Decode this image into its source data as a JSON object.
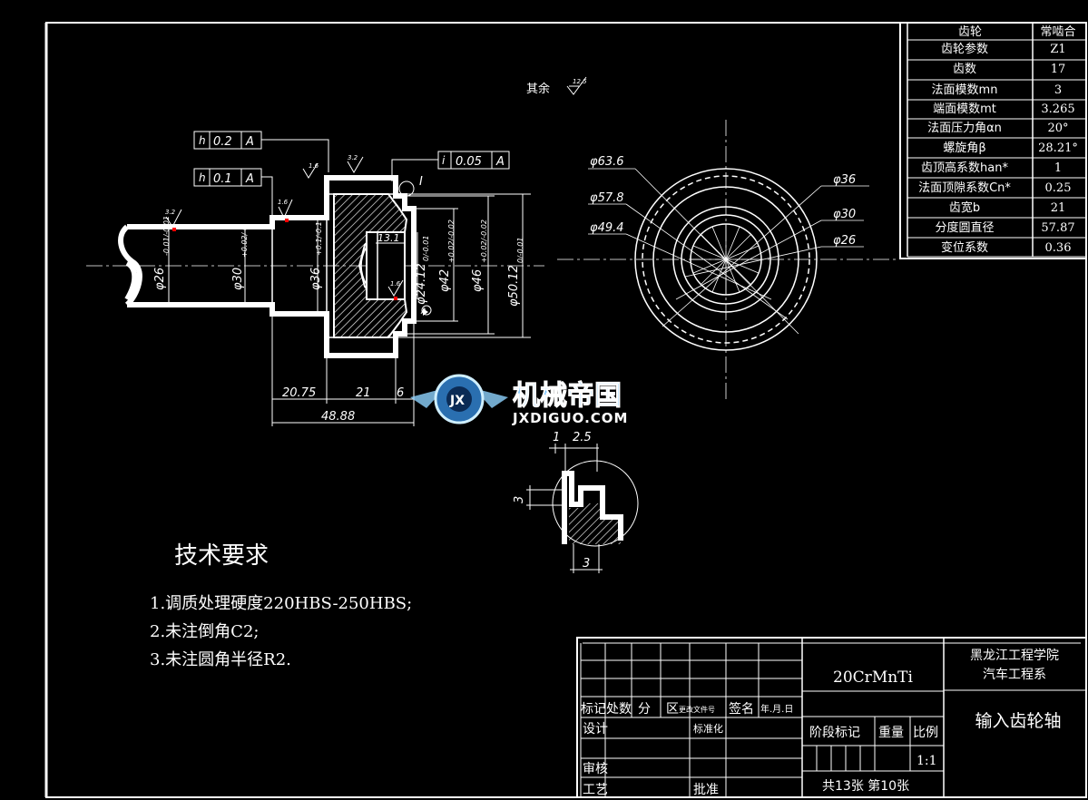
{
  "drawing": {
    "roughness_other_label": "其余",
    "roughness_other_value": "12.5",
    "tolerances": {
      "runout_1": {
        "symbol": "h",
        "value": "0.2",
        "datum": "A"
      },
      "runout_2": {
        "symbol": "h",
        "value": "0.1",
        "datum": "A"
      },
      "runout_3": {
        "symbol": "i",
        "value": "0.05",
        "datum": "A"
      }
    },
    "roughness_marks": [
      "3.2",
      "1.6",
      "1.6",
      "3.2",
      "1.6"
    ],
    "detail_marker": "I",
    "datum_marker": "A",
    "diameters_side": [
      {
        "text": "φ26",
        "tol": "-0.01/-0.01"
      },
      {
        "text": "φ30",
        "tol": "+0.02/-0"
      },
      {
        "text": "φ36",
        "tol": "+0.1/-0.1"
      },
      {
        "text": "φ24.12",
        "tol": "0/-0.01"
      },
      {
        "text": "φ42",
        "tol": "+0.02/-0.02"
      },
      {
        "text": "φ46",
        "tol": "+0.02/-0.02"
      },
      {
        "text": "φ50.12",
        "tol": "0/-0.01"
      }
    ],
    "spline_len": "13.1",
    "lengths": {
      "l1": "20.75",
      "l2": "21",
      "l3": "6",
      "total": "48.88"
    },
    "diameters_end": {
      "d636": "φ63.6",
      "d578": "φ57.8",
      "d494": "φ49.4",
      "d36": "φ36",
      "d30": "φ30",
      "d26": "φ26"
    },
    "detail_dims": {
      "d1": "1",
      "d2": "2.5",
      "d3": "3",
      "d4": "3"
    }
  },
  "watermark": {
    "name": "机械帝国",
    "url": "JXDIGUO.COM",
    "logo_letters": "JX"
  },
  "tech": {
    "title": "技术要求",
    "items": [
      "1.调质处理硬度220HBS-250HBS;",
      "2.未注倒角C2;",
      "3.未注圆角半径R2."
    ]
  },
  "gear_table": {
    "header_left": "齿轮",
    "header_right": "常啮合",
    "rows": [
      {
        "label": "齿轮参数",
        "value": "Z1"
      },
      {
        "label": "齿数",
        "value": "17"
      },
      {
        "label": "法面模数mn",
        "value": "3"
      },
      {
        "label": "端面模数mt",
        "value": "3.265"
      },
      {
        "label": "法面压力角αn",
        "value": "20°"
      },
      {
        "label": "螺旋角β",
        "value": "28.21°"
      },
      {
        "label": "齿顶高系数han*",
        "value": "1"
      },
      {
        "label": "法面顶隙系数Cn*",
        "value": "0.25"
      },
      {
        "label": "齿宽b",
        "value": "21"
      },
      {
        "label": "分度圆直径",
        "value": "57.87"
      },
      {
        "label": "变位系数",
        "value": "0.36"
      }
    ]
  },
  "title_block": {
    "material": "20CrMnTi",
    "school": "黑龙江工程学院",
    "dept": "汽车工程系",
    "part_name": "输入齿轮轴",
    "col_mark": "标记",
    "col_count": "处数",
    "col_zone1": "分",
    "col_zone2": "区",
    "col_doc": "更改文件号",
    "col_sign": "签名",
    "col_date": "年.月.日",
    "design": "设计",
    "standard": "标准化",
    "review": "审核",
    "process": "工艺",
    "approve": "批准",
    "stage": "阶段标记",
    "weight": "重量",
    "scale_label": "比例",
    "scale": "1:1",
    "sheets": "共13张 第10张"
  }
}
